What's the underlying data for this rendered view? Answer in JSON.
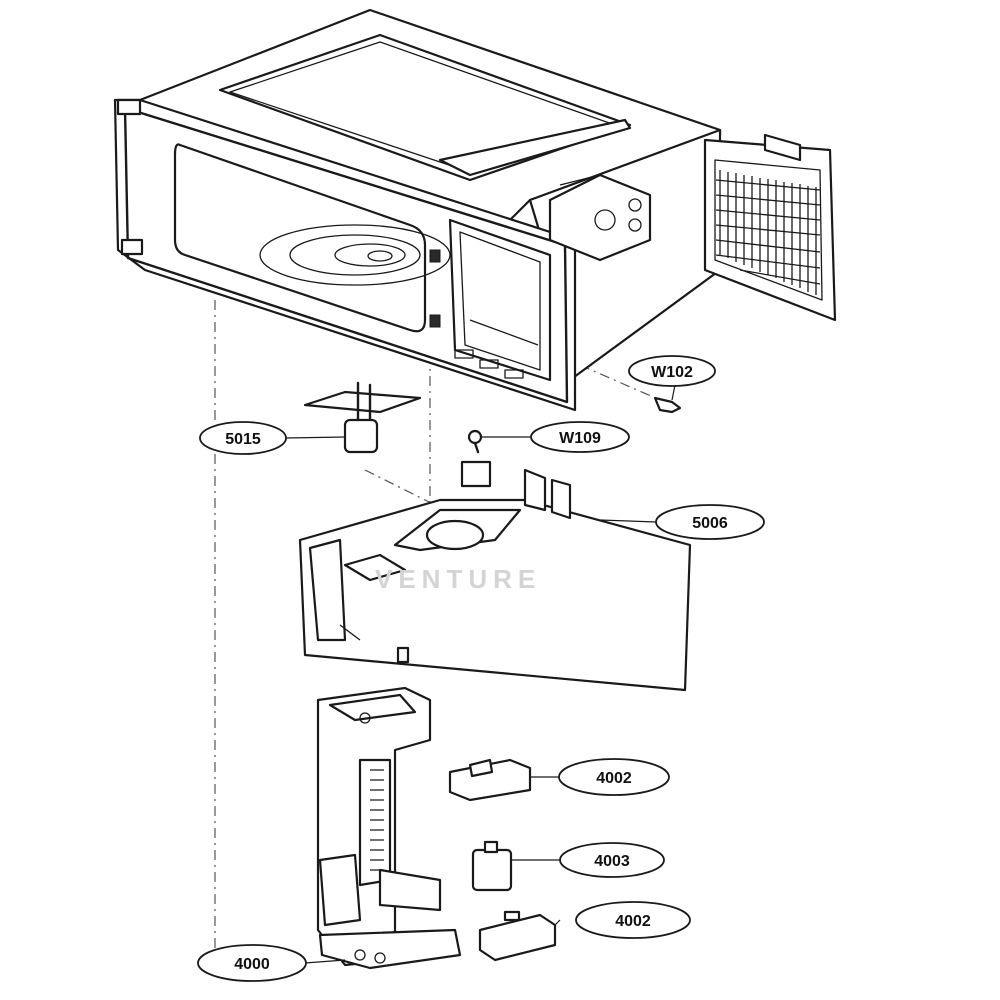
{
  "diagram": {
    "callouts": {
      "w102": "W102",
      "w109": "W109",
      "c5015": "5015",
      "c5006": "5006",
      "c4002a": "4002",
      "c4003": "4003",
      "c4002b": "4002",
      "c4000": "4000"
    },
    "watermark": "VENTURE"
  }
}
